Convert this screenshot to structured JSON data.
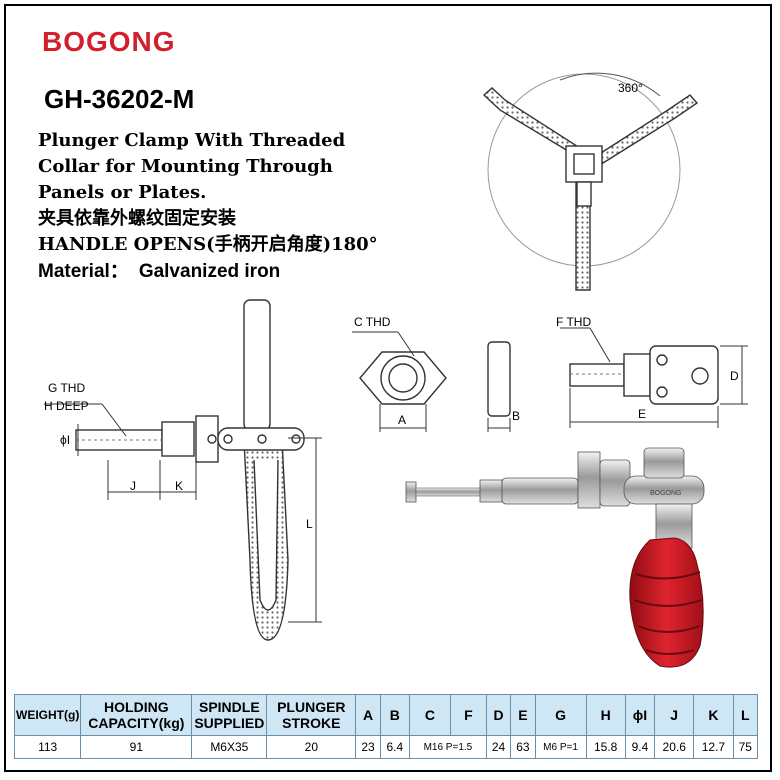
{
  "header": {
    "brand": "BOGONG",
    "model": "GH-36202-M",
    "description_lines": [
      "Plunger Clamp With Threaded",
      "Collar for Mounting Through",
      "Panels or Plates.",
      "夹具依靠外螺纹固定安装",
      "HANDLE OPENS(手柄开启角度)180°"
    ],
    "material_label": "Material：",
    "material_value": "Galvanized iron"
  },
  "drawing_labels": {
    "rotation": "360°",
    "g_thd": "G  THD",
    "h_deep": "H DEEP",
    "c_thd": "C  THD",
    "f_thd": "F  THD",
    "phi_i": "ϕI",
    "j": "J",
    "k": "K",
    "l": "L",
    "a": "A",
    "b": "B",
    "d": "D",
    "e": "E",
    "clamp_marking": "BOGONG"
  },
  "colors": {
    "brand_red": "#d21f2b",
    "table_header_bg": "#cfe6f5",
    "handle_red": "#c8141e"
  },
  "spec_table": {
    "headers": [
      "WEIGHT(g)",
      "HOLDING CAPACITY(kg)",
      "SPINDLE SUPPLIED",
      "PLUNGER STROKE",
      "A",
      "B",
      "C",
      "F",
      "D",
      "E",
      "G",
      "H",
      "ϕI",
      "J",
      "K",
      "L"
    ],
    "row": [
      "113",
      "91",
      "M6X35",
      "20",
      "23",
      "6.4",
      "M16 P=1.5",
      "24",
      "63",
      "M6 P=1",
      "15.8",
      "9.4",
      "20.6",
      "12.7",
      "75"
    ]
  }
}
